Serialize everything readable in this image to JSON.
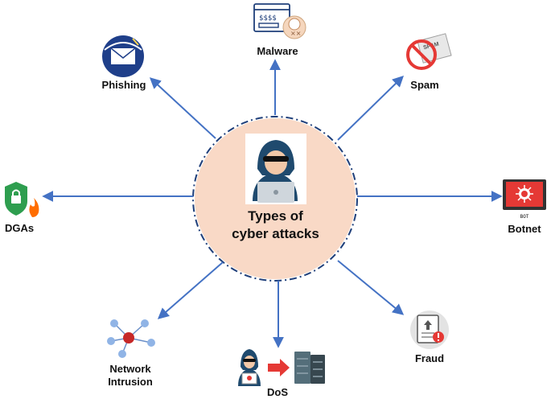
{
  "center": {
    "line1": "Types of",
    "line2": "cyber attacks"
  },
  "attacks": {
    "malware": "Malware",
    "phishing": "Phishing",
    "spam": "Spam",
    "dgas": "DGAs",
    "botnet": "Botnet",
    "botnet_screen_text": "BOT",
    "network_intrusion_line1": "Network",
    "network_intrusion_line2": "Intrusion",
    "dos": "DoS",
    "fraud": "Fraud",
    "malware_icon_text": "$$$$",
    "spam_icon_text": "SPAM"
  },
  "colors": {
    "center_fill": "#f9d9c6",
    "arrow": "#4472c4",
    "ring": "#1f3f7a",
    "hacker_hood": "#1f4a6e",
    "danger_red": "#e53935"
  },
  "icons": [
    "hacker-icon",
    "malware-icon",
    "phishing-icon",
    "spam-icon",
    "dgas-icon",
    "botnet-icon",
    "network-intrusion-icon",
    "dos-icon",
    "fraud-icon"
  ]
}
